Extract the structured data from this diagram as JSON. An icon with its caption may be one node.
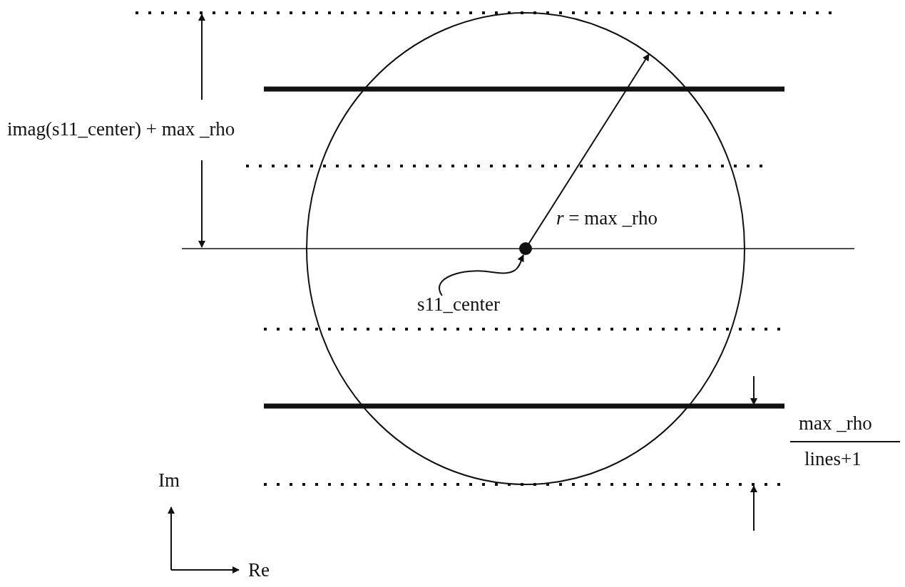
{
  "diagram": {
    "nodes": [
      {
        "text": [
          "s11_center"
        ]
      },
      {
        "text": [],
        "shape": "circle"
      }
    ],
    "edges": [
      {
        "from": 0,
        "to": 1,
        "arrow": "to"
      }
    ],
    "labels": [
      "imag(s11_center) + max _rho",
      "*r* = max _rho",
      "max _rho",
      "lines+1",
      "Im",
      "Re"
    ]
  }
}
